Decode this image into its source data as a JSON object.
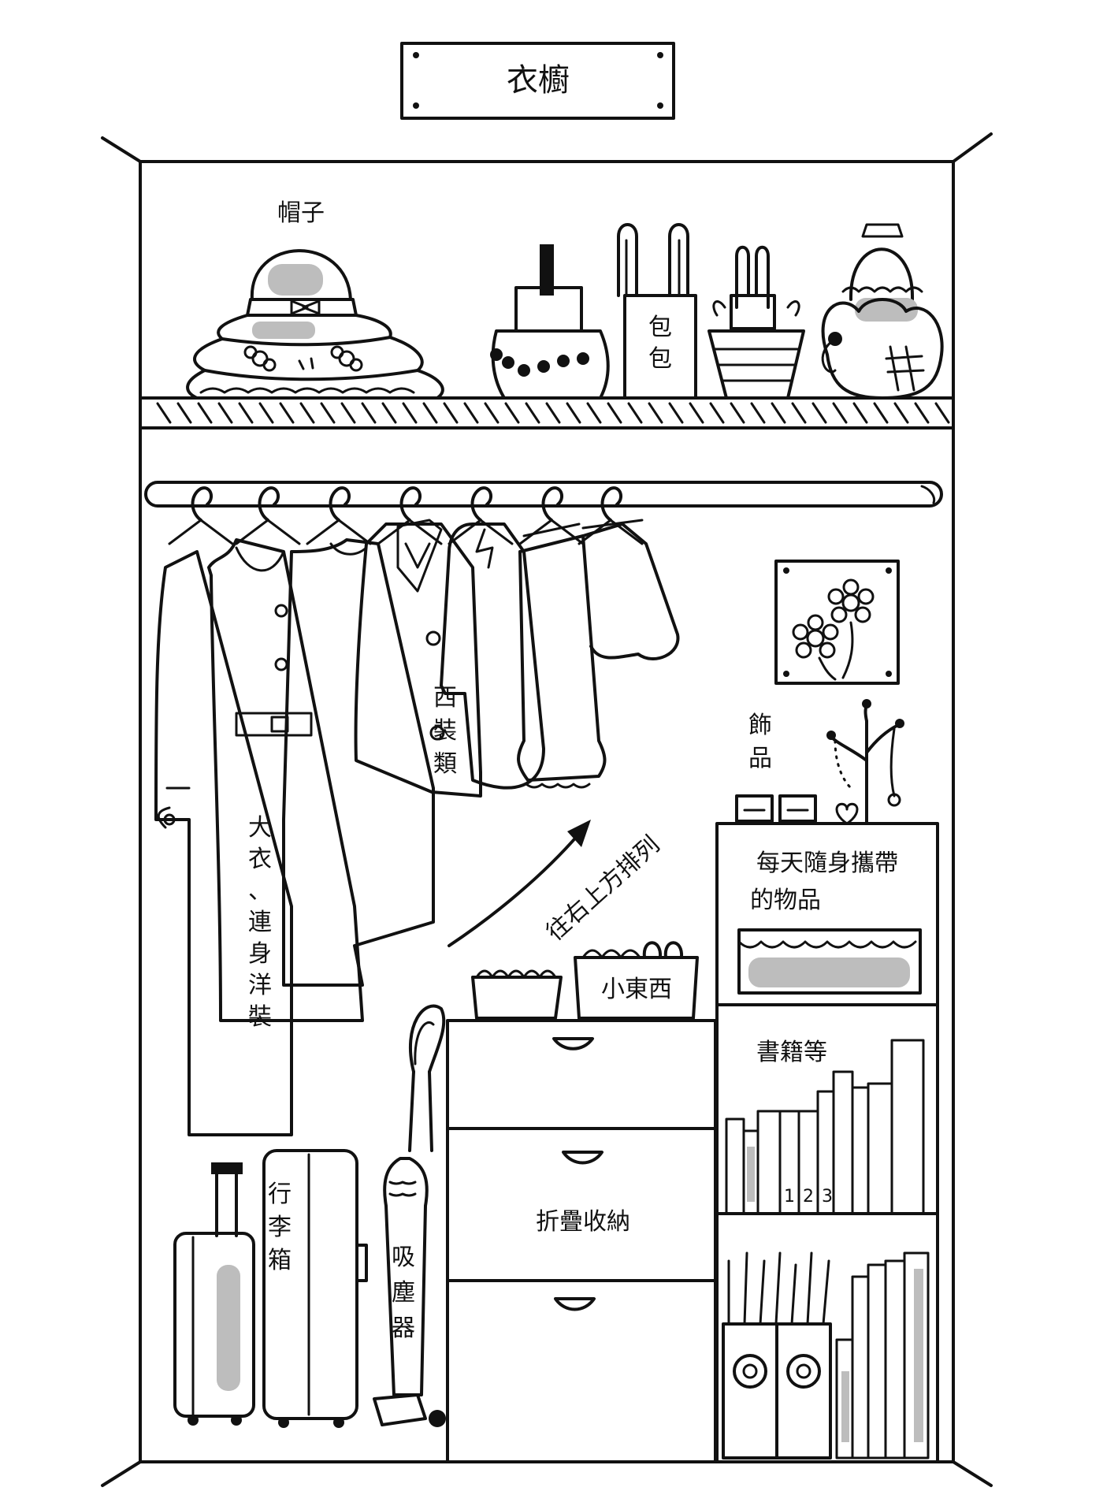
{
  "sign": {
    "title": "衣櫥"
  },
  "labels": {
    "hat": "帽子",
    "bag": [
      "包",
      "包"
    ],
    "suits": [
      "西",
      "裝",
      "類"
    ],
    "coats": [
      "大",
      "衣",
      "、",
      "連",
      "身",
      "洋",
      "裝"
    ],
    "arrow": "往右上方排列",
    "accessories": [
      "飾",
      "品"
    ],
    "daily_line1": "每天隨身攜帶",
    "daily_line2": "的物品",
    "small_items": "小東西",
    "books": "書籍等",
    "fold": "折疊收納",
    "luggage": [
      "行",
      "李",
      "箱"
    ],
    "vacuum": [
      "吸",
      "塵",
      "器"
    ],
    "book_numbers": [
      "1",
      "2",
      "3"
    ]
  }
}
